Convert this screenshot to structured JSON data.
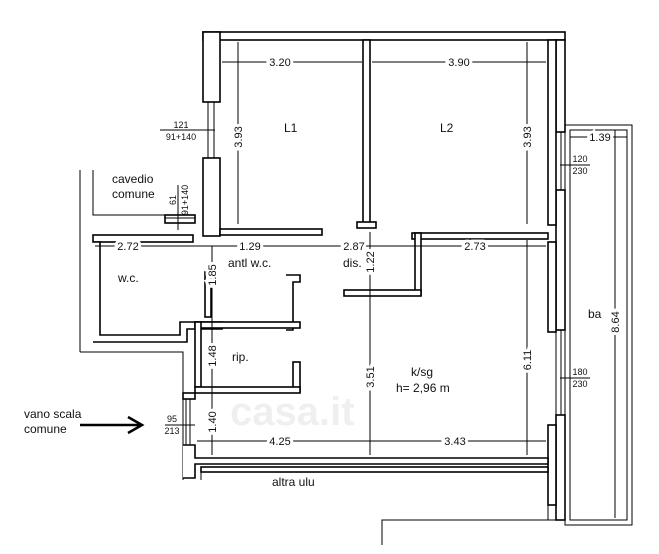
{
  "rooms": {
    "l1": "L1",
    "l2": "L2",
    "cavedio_1": "cavedio",
    "cavedio_2": "comune",
    "wc": "w.c.",
    "antl_wc": "antl w.c.",
    "dis": "dis.",
    "rip": "rip.",
    "ksg": "k/sg",
    "height": "h= 2,96 m",
    "ba": "ba",
    "altra": "altra ulu",
    "vano_1": "vano scala",
    "vano_2": "comune"
  },
  "dimensions": {
    "l1_w": "3.20",
    "l2_w": "3.90",
    "l1_h": "3.93",
    "l2_h": "3.93",
    "ba_w": "1.39",
    "ba_h": "8.64",
    "wc_w": "2.72",
    "antl_w": "1.29",
    "dis_w": "2.87",
    "k_top": "2.73",
    "dis_h": "1.22",
    "wc_h": "1.85",
    "rip_h": "1.48",
    "k_h": "3.51",
    "k_h2": "6.11",
    "entry_h": "1.40",
    "bottom_l": "4.25",
    "bottom_r": "3.43"
  },
  "openings": {
    "w1_top": "121",
    "w1_bot": "91+140",
    "w2_top": "61",
    "w2_bot": "91+140",
    "w3_top": "120",
    "w3_bot": "230",
    "w4_top": "180",
    "w4_bot": "230",
    "door_top": "95",
    "door_bot": "213"
  },
  "watermark": "casa.it"
}
